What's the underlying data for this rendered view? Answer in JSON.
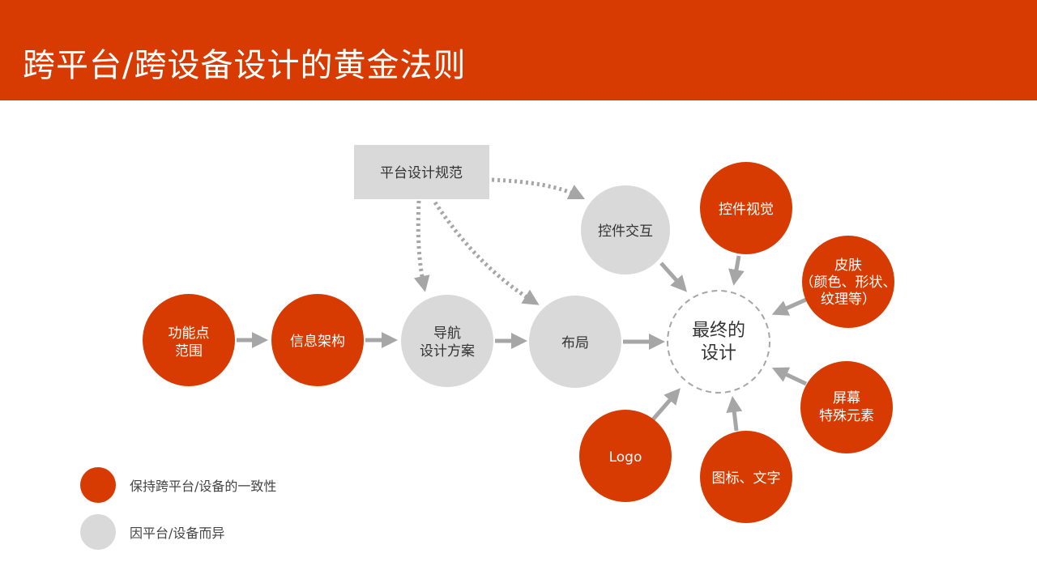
{
  "header": {
    "title": "跨平台/跨设备设计的黄金法则"
  },
  "colors": {
    "accent": "#D83B01",
    "gray_node": "#D9D9D9",
    "arrow": "#A6A6A6"
  },
  "nodes": {
    "feature_scope": [
      "功能点",
      "范围"
    ],
    "info_arch": "信息架构",
    "navigation": [
      "导航",
      "设计方案"
    ],
    "layout": "布局",
    "control_interaction": "控件交互",
    "platform_spec": "平台设计规范",
    "final_design": [
      "最终的",
      "设计"
    ],
    "control_visual": "控件视觉",
    "skin": [
      "皮肤",
      "（颜色、形状、",
      "纹理等）"
    ],
    "screen": [
      "屏幕",
      "特殊元素"
    ],
    "icons_text": "图标、文字",
    "logo": "Logo"
  },
  "legend": [
    {
      "label": "保持跨平台/设备的一致性"
    },
    {
      "label": "因平台/设备而异"
    }
  ]
}
